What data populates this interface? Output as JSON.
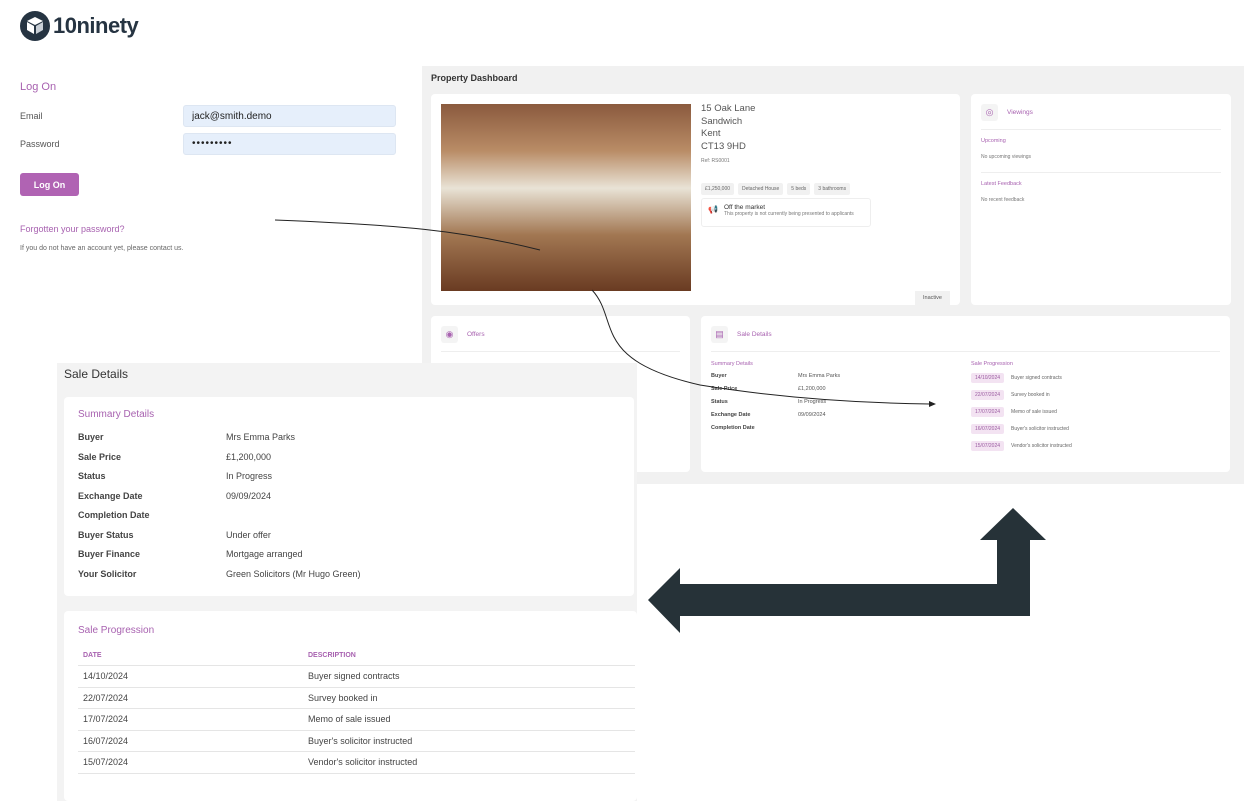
{
  "brand": {
    "name": "10ninety",
    "accent": "#a862b0",
    "arrow_color": "#263238"
  },
  "login": {
    "title": "Log On",
    "email_label": "Email",
    "email_value": "jack@smith.demo",
    "password_label": "Password",
    "password_value": "•••••••••",
    "button": "Log On",
    "forgot": "Forgotten your password?",
    "no_account": "If you do not have an account yet, please contact us."
  },
  "dashboard": {
    "title": "Property Dashboard",
    "property": {
      "address": [
        "15 Oak Lane",
        "Sandwich",
        "Kent",
        "CT13 9HD"
      ],
      "ref": "Ref: RS0001",
      "chips": [
        "£1,250,000",
        "Detached House",
        "5 beds",
        "3 bathrooms"
      ],
      "market_title": "Off the market",
      "market_desc": "This property is not currently being presented to applicants",
      "status": "Inactive"
    },
    "viewings": {
      "title": "Viewings",
      "upcoming": "Upcoming",
      "upcoming_text": "No upcoming viewings",
      "feedback": "Latest Feedback",
      "feedback_text": "No recent feedback"
    },
    "offers": {
      "title": "Offers"
    },
    "sale": {
      "title": "Sale Details",
      "summary_title": "Summary Details",
      "summary": [
        [
          "Buyer",
          "Mrs Emma Parks"
        ],
        [
          "Sale Price",
          "£1,200,000"
        ],
        [
          "Status",
          "In Progress"
        ],
        [
          "Exchange Date",
          "09/09/2024"
        ],
        [
          "Completion Date",
          ""
        ]
      ],
      "progression_title": "Sale Progression",
      "progression": [
        [
          "14/10/2024",
          "Buyer signed contracts"
        ],
        [
          "22/07/2024",
          "Survey booked in"
        ],
        [
          "17/07/2024",
          "Memo of sale issued"
        ],
        [
          "16/07/2024",
          "Buyer's solicitor instructed"
        ],
        [
          "15/07/2024",
          "Vendor's solicitor instructed"
        ]
      ]
    }
  },
  "detail": {
    "title": "Sale Details",
    "summary_title": "Summary Details",
    "summary": [
      [
        "Buyer",
        "Mrs Emma Parks"
      ],
      [
        "Sale Price",
        "£1,200,000"
      ],
      [
        "Status",
        "In Progress"
      ],
      [
        "Exchange Date",
        "09/09/2024"
      ],
      [
        "Completion Date",
        ""
      ],
      [
        "Buyer Status",
        "Under offer"
      ],
      [
        "Buyer Finance",
        "Mortgage arranged"
      ],
      [
        "Your Solicitor",
        "Green Solicitors (Mr Hugo Green)"
      ]
    ],
    "progression_title": "Sale Progression",
    "col_date": "DATE",
    "col_desc": "DESCRIPTION",
    "progression": [
      [
        "14/10/2024",
        "Buyer signed contracts"
      ],
      [
        "22/07/2024",
        "Survey booked in"
      ],
      [
        "17/07/2024",
        "Memo of sale issued"
      ],
      [
        "16/07/2024",
        "Buyer's solicitor instructed"
      ],
      [
        "15/07/2024",
        "Vendor's solicitor instructed"
      ]
    ]
  }
}
